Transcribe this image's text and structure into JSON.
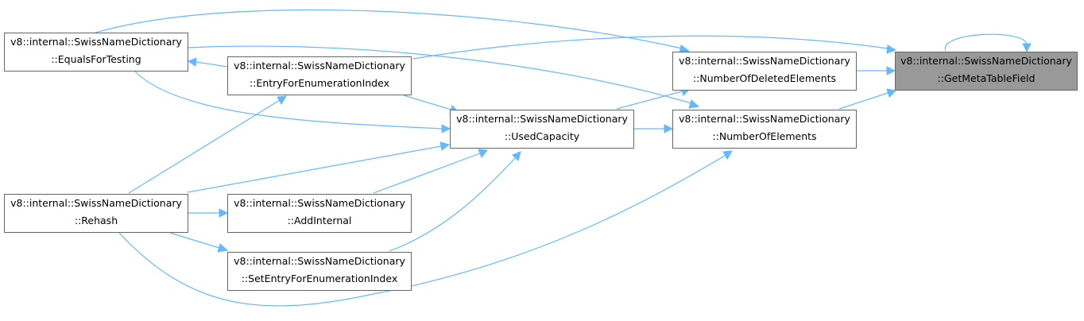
{
  "graph": {
    "edge_color": "#63b8ff",
    "focus_fill": "#999999",
    "nodes": {
      "get_meta_table_field": {
        "line1": "v8::internal::SwissNameDictionary",
        "line2": "::GetMetaTableField"
      },
      "number_of_deleted_elements": {
        "line1": "v8::internal::SwissNameDictionary",
        "line2": "::NumberOfDeletedElements"
      },
      "number_of_elements": {
        "line1": "v8::internal::SwissNameDictionary",
        "line2": "::NumberOfElements"
      },
      "used_capacity": {
        "line1": "v8::internal::SwissNameDictionary",
        "line2": "::UsedCapacity"
      },
      "entry_for_enumeration_index": {
        "line1": "v8::internal::SwissNameDictionary",
        "line2": "::EntryForEnumerationIndex"
      },
      "add_internal": {
        "line1": "v8::internal::SwissNameDictionary",
        "line2": "::AddInternal"
      },
      "set_entry_for_enumeration_index": {
        "line1": "v8::internal::SwissNameDictionary",
        "line2": "::SetEntryForEnumerationIndex"
      },
      "equals_for_testing": {
        "line1": "v8::internal::SwissNameDictionary",
        "line2": "::EqualsForTesting"
      },
      "rehash": {
        "line1": "v8::internal::SwissNameDictionary",
        "line2": "::Rehash"
      }
    }
  }
}
